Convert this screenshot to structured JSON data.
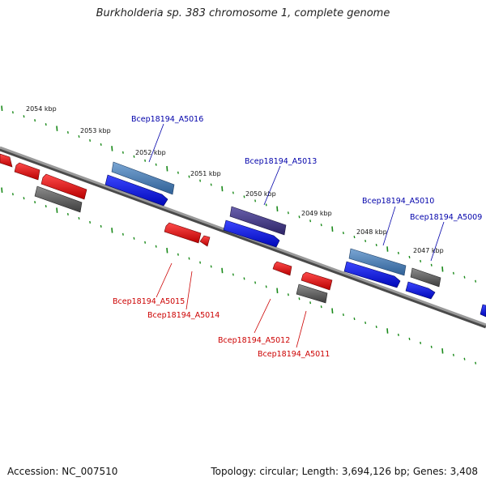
{
  "title": "Burkholderia sp. 383 chromosome 1, complete genome",
  "footer": {
    "accession": "Accession: NC_007510",
    "summary": "Topology: circular; Length: 3,694,126 bp; Genes: 3,408"
  },
  "colors": {
    "background": "#ffffff",
    "backbone": "#8a8a8a",
    "tick": "#1a8a1a",
    "forward_label": "#0000aa",
    "reverse_label": "#cc0000",
    "forward_gene": "#0a14e6",
    "forward_gene_light": "#4f86b8",
    "forward_gene_dark": "#4a3f8c",
    "reverse_gene": "#ee1111",
    "reverse_gene_gray": "#6a6a6a"
  },
  "kbp_ticks": [
    "2054 kbp",
    "2053 kbp",
    "2052 kbp",
    "2051 kbp",
    "2050 kbp",
    "2049 kbp",
    "2048 kbp",
    "2047 kbp"
  ],
  "forward_genes": [
    "Bcep18194_A5016",
    "Bcep18194_A5013",
    "Bcep18194_A5010",
    "Bcep18194_A5009"
  ],
  "reverse_genes": [
    "Bcep18194_A5015",
    "Bcep18194_A5014",
    "Bcep18194_A5012",
    "Bcep18194_A5011"
  ]
}
